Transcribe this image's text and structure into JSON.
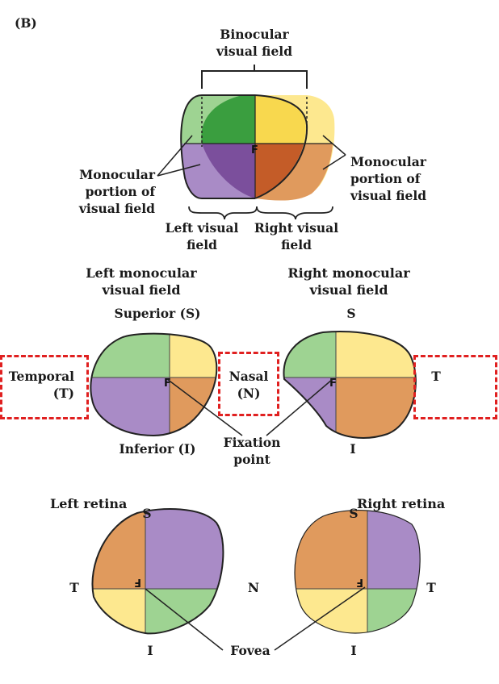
{
  "panel_label": "(B)",
  "colors": {
    "green": "#9ed392",
    "green_dark": "#3a9e3f",
    "yellow": "#fde88f",
    "yellow_dark": "#f8d84e",
    "purple": "#a98bc6",
    "purple_dark": "#7b4f9c",
    "orange": "#e09a5d",
    "orange_dark": "#c45c28",
    "highlight_box": "#e02020"
  },
  "binocular": {
    "binocular_title": "Binocular visual field",
    "monocular_left": "Monocular portion of visual field",
    "monocular_right": "Monocular portion of visual field",
    "left_field": "Left visual field",
    "right_field": "Right visual field",
    "fixation_glyph": "F"
  },
  "monocular": {
    "left_title": "Left monocular visual field",
    "right_title": "Right monocular visual field",
    "superior": "Superior (S)",
    "inferior": "Inferior (I)",
    "temporal": "Temporal (T)",
    "nasal": "Nasal (N)",
    "right_s": "S",
    "right_i": "I",
    "right_t": "T",
    "fixation": "Fixation point",
    "fixation_glyph": "F"
  },
  "retina": {
    "left_title": "Left retina",
    "right_title": "Right retina",
    "left_s": "S",
    "left_t": "T",
    "left_i": "I",
    "center_n": "N",
    "right_s": "S",
    "right_t": "T",
    "right_i": "I",
    "fovea": "Fovea",
    "fovea_glyph": "F"
  }
}
